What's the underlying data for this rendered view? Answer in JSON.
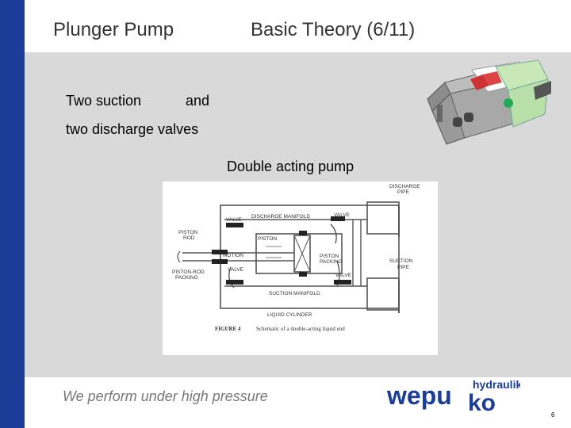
{
  "slide": {
    "title_left": "Plunger Pump",
    "title_right": "Basic Theory  (6/11)",
    "text_line1_a": "Two suction",
    "text_line1_b": "and",
    "text_line2": "two discharge valves",
    "diagram_title": "Double acting pump",
    "footer_text": "We perform under high pressure",
    "page_number": "6"
  },
  "logo": {
    "text_main": "wepu",
    "text_ko": "ko",
    "text_sub": "hydraulik",
    "color": "#1c3d97"
  },
  "diagram": {
    "labels": {
      "discharge_pipe_1": "DISCHARGE",
      "discharge_pipe_2": "PIPE",
      "discharge_manifold": "DISCHARGE MANIFOLD",
      "valve_top_left": "VALVE",
      "valve_top_right": "VALVE",
      "piston": "PISTON",
      "piston_rod_1": "PISTON",
      "piston_rod_2": "ROD",
      "motion": "MOTION",
      "piston_packing_1": "PISTON",
      "piston_packing_2": "PACKING",
      "suction_pipe_1": "SUCTION",
      "suction_pipe_2": "PIPE",
      "piston_rod_packing_1": "PISTON-ROD",
      "piston_rod_packing_2": "PACKING",
      "valve_bottom_left": "VALVE",
      "valve_bottom_right": "VALVE",
      "suction_manifold": "SUCTION MANIFOLD",
      "liquid_cylinder": "LIQUID CYLINDER",
      "figure_label": "FIGURE 4",
      "figure_caption": "Schematic of a double-acting liquid end"
    }
  },
  "colors": {
    "left_bar": "#1c3d97",
    "background": "#d9d9d9",
    "header": "#ffffff",
    "title": "#333333",
    "footer_text": "#777777"
  }
}
